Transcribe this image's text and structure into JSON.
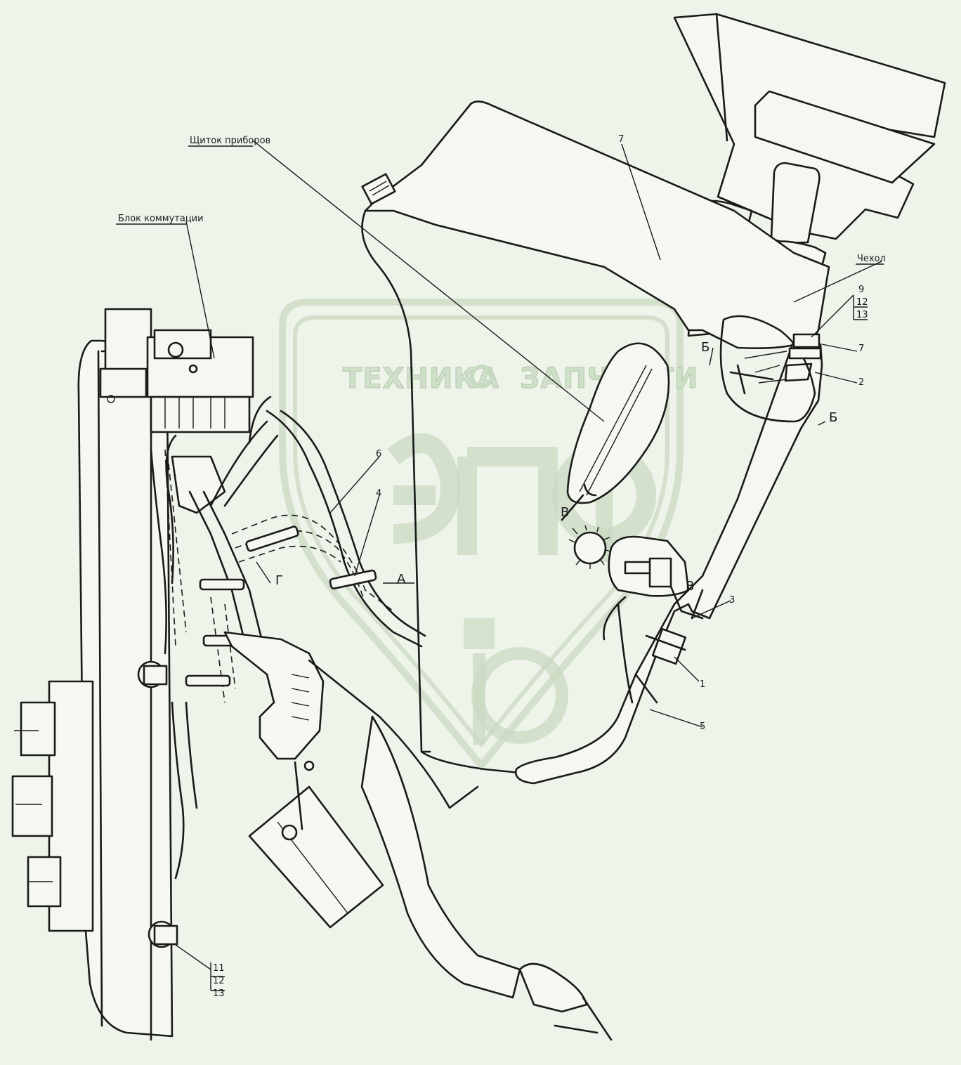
{
  "labels": {
    "instrument_panel": "Щиток приборов",
    "switch_block": "Блок коммутации",
    "cover": "Чехол"
  },
  "callouts": {
    "pos_7_top": "7",
    "pos_9": "9",
    "pos_12_top": "12",
    "pos_13_top": "13",
    "pos_7_right": "7",
    "pos_2": "2",
    "pos_3": "3",
    "pos_1": "1",
    "pos_5": "5",
    "pos_6": "6",
    "pos_4": "4",
    "pos_11": "11",
    "pos_12_bottom": "12",
    "pos_13_bottom": "13"
  },
  "section_marks": {
    "b_upper": "Б",
    "b_lower": "Б",
    "v_upper": "В",
    "v_lower": "В",
    "g": "Г",
    "a": "А"
  },
  "watermark": {
    "left": "ТЕХНИКА",
    "right": "ЗАПЧАСТИ",
    "big": "ЭПФ"
  },
  "colors": {
    "background": "#eef4e9",
    "line": "#1a1a1a",
    "watermark": "#c9dac2"
  }
}
